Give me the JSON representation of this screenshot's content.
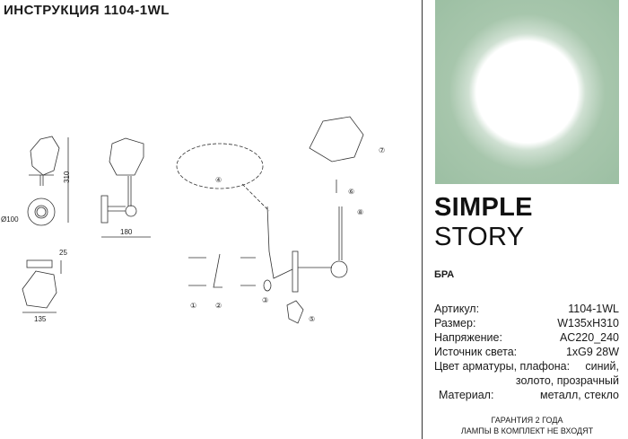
{
  "header": {
    "title": "ИНСТРУКЦИЯ 1104-1WL"
  },
  "brand": {
    "name_bold": "SIMPLE",
    "name_light": "STORY"
  },
  "product": {
    "type": "БРА"
  },
  "specs": [
    {
      "label": "Артикул:",
      "value": "1104-1WL"
    },
    {
      "label": "Размер:",
      "value": "W135xH310"
    },
    {
      "label": "Напряжение:",
      "value": "AC220_240"
    },
    {
      "label": "Источник света:",
      "value": "1xG9 28W"
    },
    {
      "label": "Цвет арматуры, плафона:",
      "value": "синий,",
      "value_cont": "золото, прозрачный"
    },
    {
      "label": "Материал:",
      "value": "металл, стекло"
    }
  ],
  "footer": {
    "warranty": "ГАРАНТИЯ 2 ГОДА",
    "lamps": "ЛАМПЫ В КОМПЛЕКТ НЕ ВХОДЯТ"
  },
  "drawing": {
    "dim_height": "310",
    "dim_diameter": "Ø100",
    "dim_depth": "180",
    "dim_base": "25",
    "dim_width": "135",
    "steps": [
      "①",
      "②",
      "③",
      "④",
      "⑤",
      "⑥",
      "⑦",
      "⑧"
    ]
  },
  "colors": {
    "hero_green": "#9cbfa3"
  }
}
